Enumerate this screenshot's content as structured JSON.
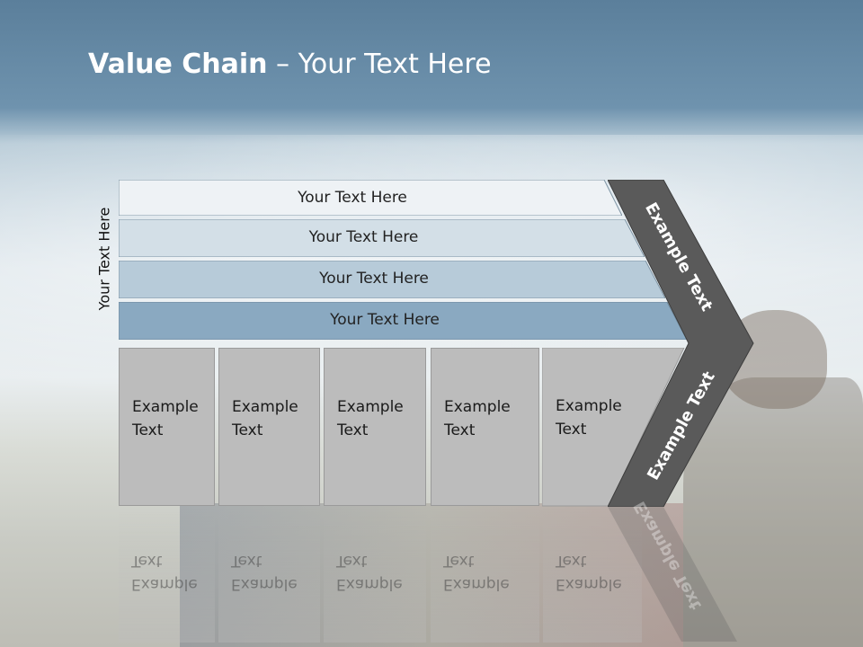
{
  "title": {
    "bold": "Value Chain",
    "rest": " – Your Text Here"
  },
  "vertical_label": "Your Text Here",
  "rows": [
    "Your Text Here",
    "Your Text Here",
    "Your Text Here",
    "Your Text Here"
  ],
  "cells": [
    {
      "line1": "Example",
      "line2": "Text"
    },
    {
      "line1": "Example",
      "line2": "Text"
    },
    {
      "line1": "Example",
      "line2": "Text"
    },
    {
      "line1": "Example",
      "line2": "Text"
    },
    {
      "line1": "Example",
      "line2": "Text"
    }
  ],
  "chevron": {
    "top_text": "Example Text",
    "bottom_text": "Example Text"
  },
  "colors": {
    "chevron": "#5a5a5a",
    "row1": "#eef2f5",
    "row2": "#d3dfe7",
    "row3": "#b7cbd9",
    "row4": "#8aa9c1",
    "cell": "#bcbcbc"
  }
}
